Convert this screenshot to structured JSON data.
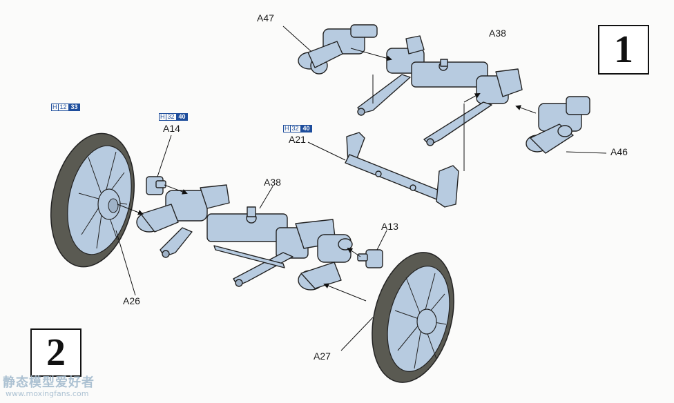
{
  "steps": {
    "step1": "1",
    "step2": "2"
  },
  "labels": {
    "a47": "A47",
    "a38_top": "A38",
    "a46": "A46",
    "a21": "A21",
    "a14": "A14",
    "a38_mid": "A38",
    "a13": "A13",
    "a26": "A26",
    "a27": "A27"
  },
  "paint_refs": {
    "h1": {
      "prefix": "H",
      "n1": "12",
      "n2": "33"
    },
    "h2": {
      "prefix": "H",
      "n1": "32",
      "n2": "40"
    },
    "h3": {
      "prefix": "H",
      "n1": "32",
      "n2": "40"
    }
  },
  "watermark": {
    "line1": "静态模型爱好者",
    "line2": "www.moxingfans.com"
  },
  "colors": {
    "part_fill": "#b7cbe0",
    "tire": "#5a5a52",
    "outline": "#222222",
    "paint_blue": "#1d4d9c"
  }
}
